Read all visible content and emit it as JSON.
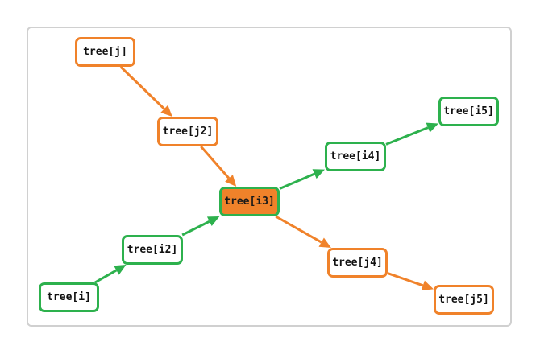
{
  "colors": {
    "green": "#2db14d",
    "orange": "#f0822a",
    "border": "#d0d0d0"
  },
  "nodes": {
    "tree_j": {
      "label": "tree[j]",
      "style": "orange"
    },
    "tree_j2": {
      "label": "tree[j2]",
      "style": "orange"
    },
    "tree_i3": {
      "label": "tree[i3]",
      "style": "filled"
    },
    "tree_i4": {
      "label": "tree[i4]",
      "style": "green"
    },
    "tree_i5": {
      "label": "tree[i5]",
      "style": "green"
    },
    "tree_i2": {
      "label": "tree[i2]",
      "style": "green"
    },
    "tree_i": {
      "label": "tree[i]",
      "style": "green"
    },
    "tree_j4": {
      "label": "tree[j4]",
      "style": "orange"
    },
    "tree_j5": {
      "label": "tree[j5]",
      "style": "orange"
    }
  },
  "edges": [
    {
      "from": "tree_j",
      "to": "tree_j2",
      "color": "orange"
    },
    {
      "from": "tree_j2",
      "to": "tree_i3",
      "color": "orange"
    },
    {
      "from": "tree_i",
      "to": "tree_i2",
      "color": "green"
    },
    {
      "from": "tree_i2",
      "to": "tree_i3",
      "color": "green"
    },
    {
      "from": "tree_i3",
      "to": "tree_i4",
      "color": "green"
    },
    {
      "from": "tree_i4",
      "to": "tree_i5",
      "color": "green"
    },
    {
      "from": "tree_i3",
      "to": "tree_j4",
      "color": "orange"
    },
    {
      "from": "tree_j4",
      "to": "tree_j5",
      "color": "orange"
    }
  ]
}
